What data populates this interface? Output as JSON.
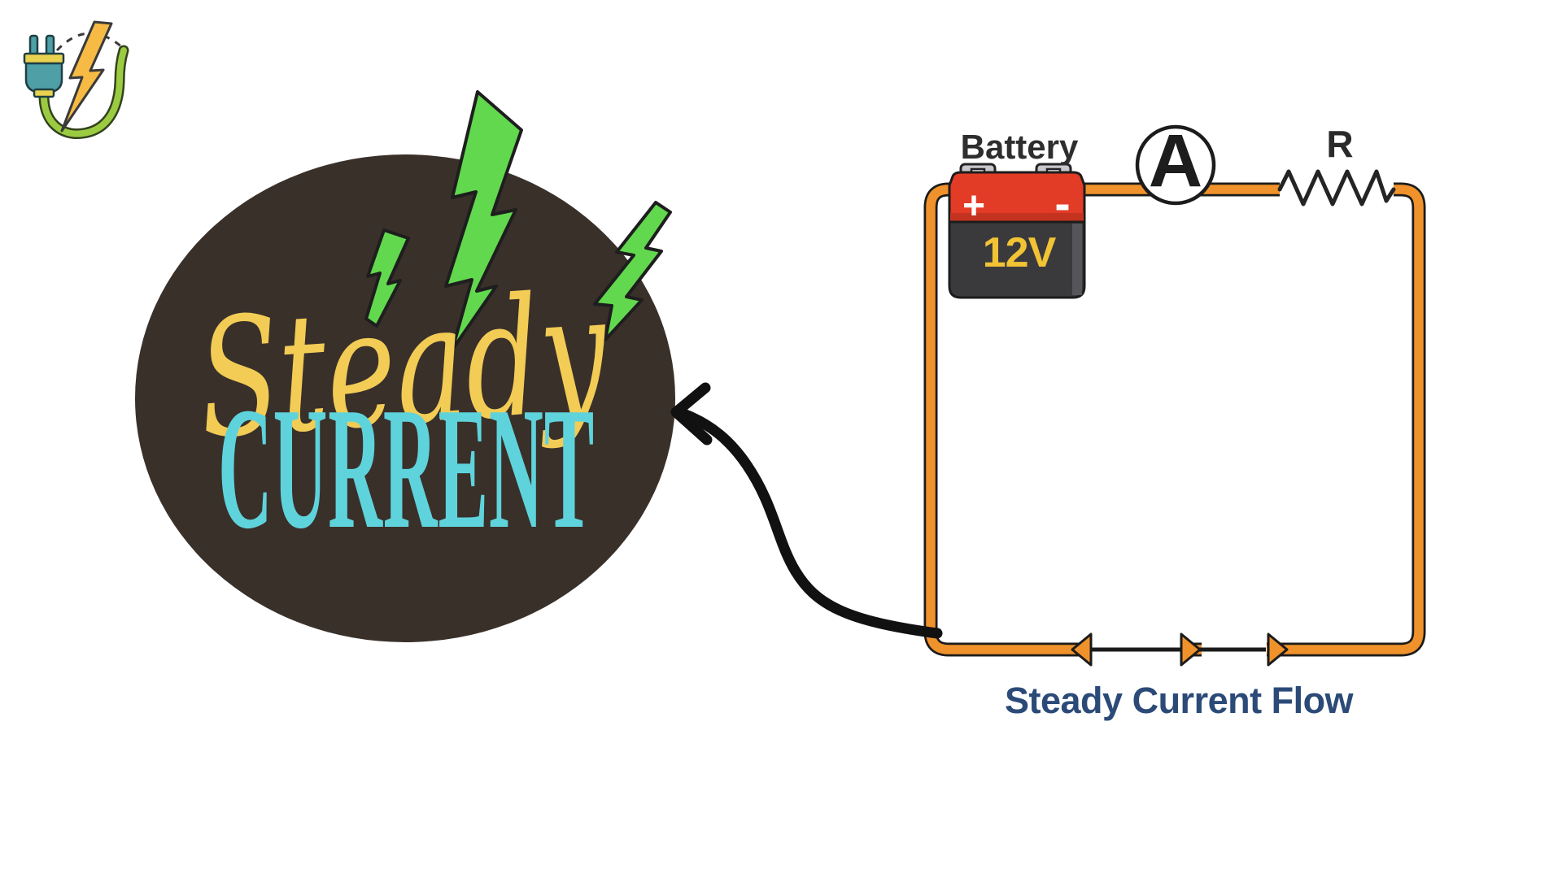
{
  "page": {
    "background": "#ffffff"
  },
  "logo": {
    "name": "plug-lightning-logo"
  },
  "badge": {
    "word_script": "Steady",
    "word_caps": "CURRENT",
    "bg_color": "#39302A",
    "script_color": "#F2CC55",
    "caps_color": "#5FD3DC",
    "bolt_color": "#62D84E"
  },
  "circuit": {
    "battery_label": "Battery",
    "battery_voltage": "12V",
    "battery_plus": "+",
    "battery_minus": "-",
    "ammeter_label": "A",
    "resistor_label": "R",
    "caption": "Steady Current Flow",
    "wire_color": "#F0922B",
    "caption_color": "#2B4A78",
    "battery_red": "#E23B26",
    "battery_dark": "#3A3A3D",
    "voltage_color": "#F2C334",
    "bolt_outline": "#1e1e1e"
  }
}
